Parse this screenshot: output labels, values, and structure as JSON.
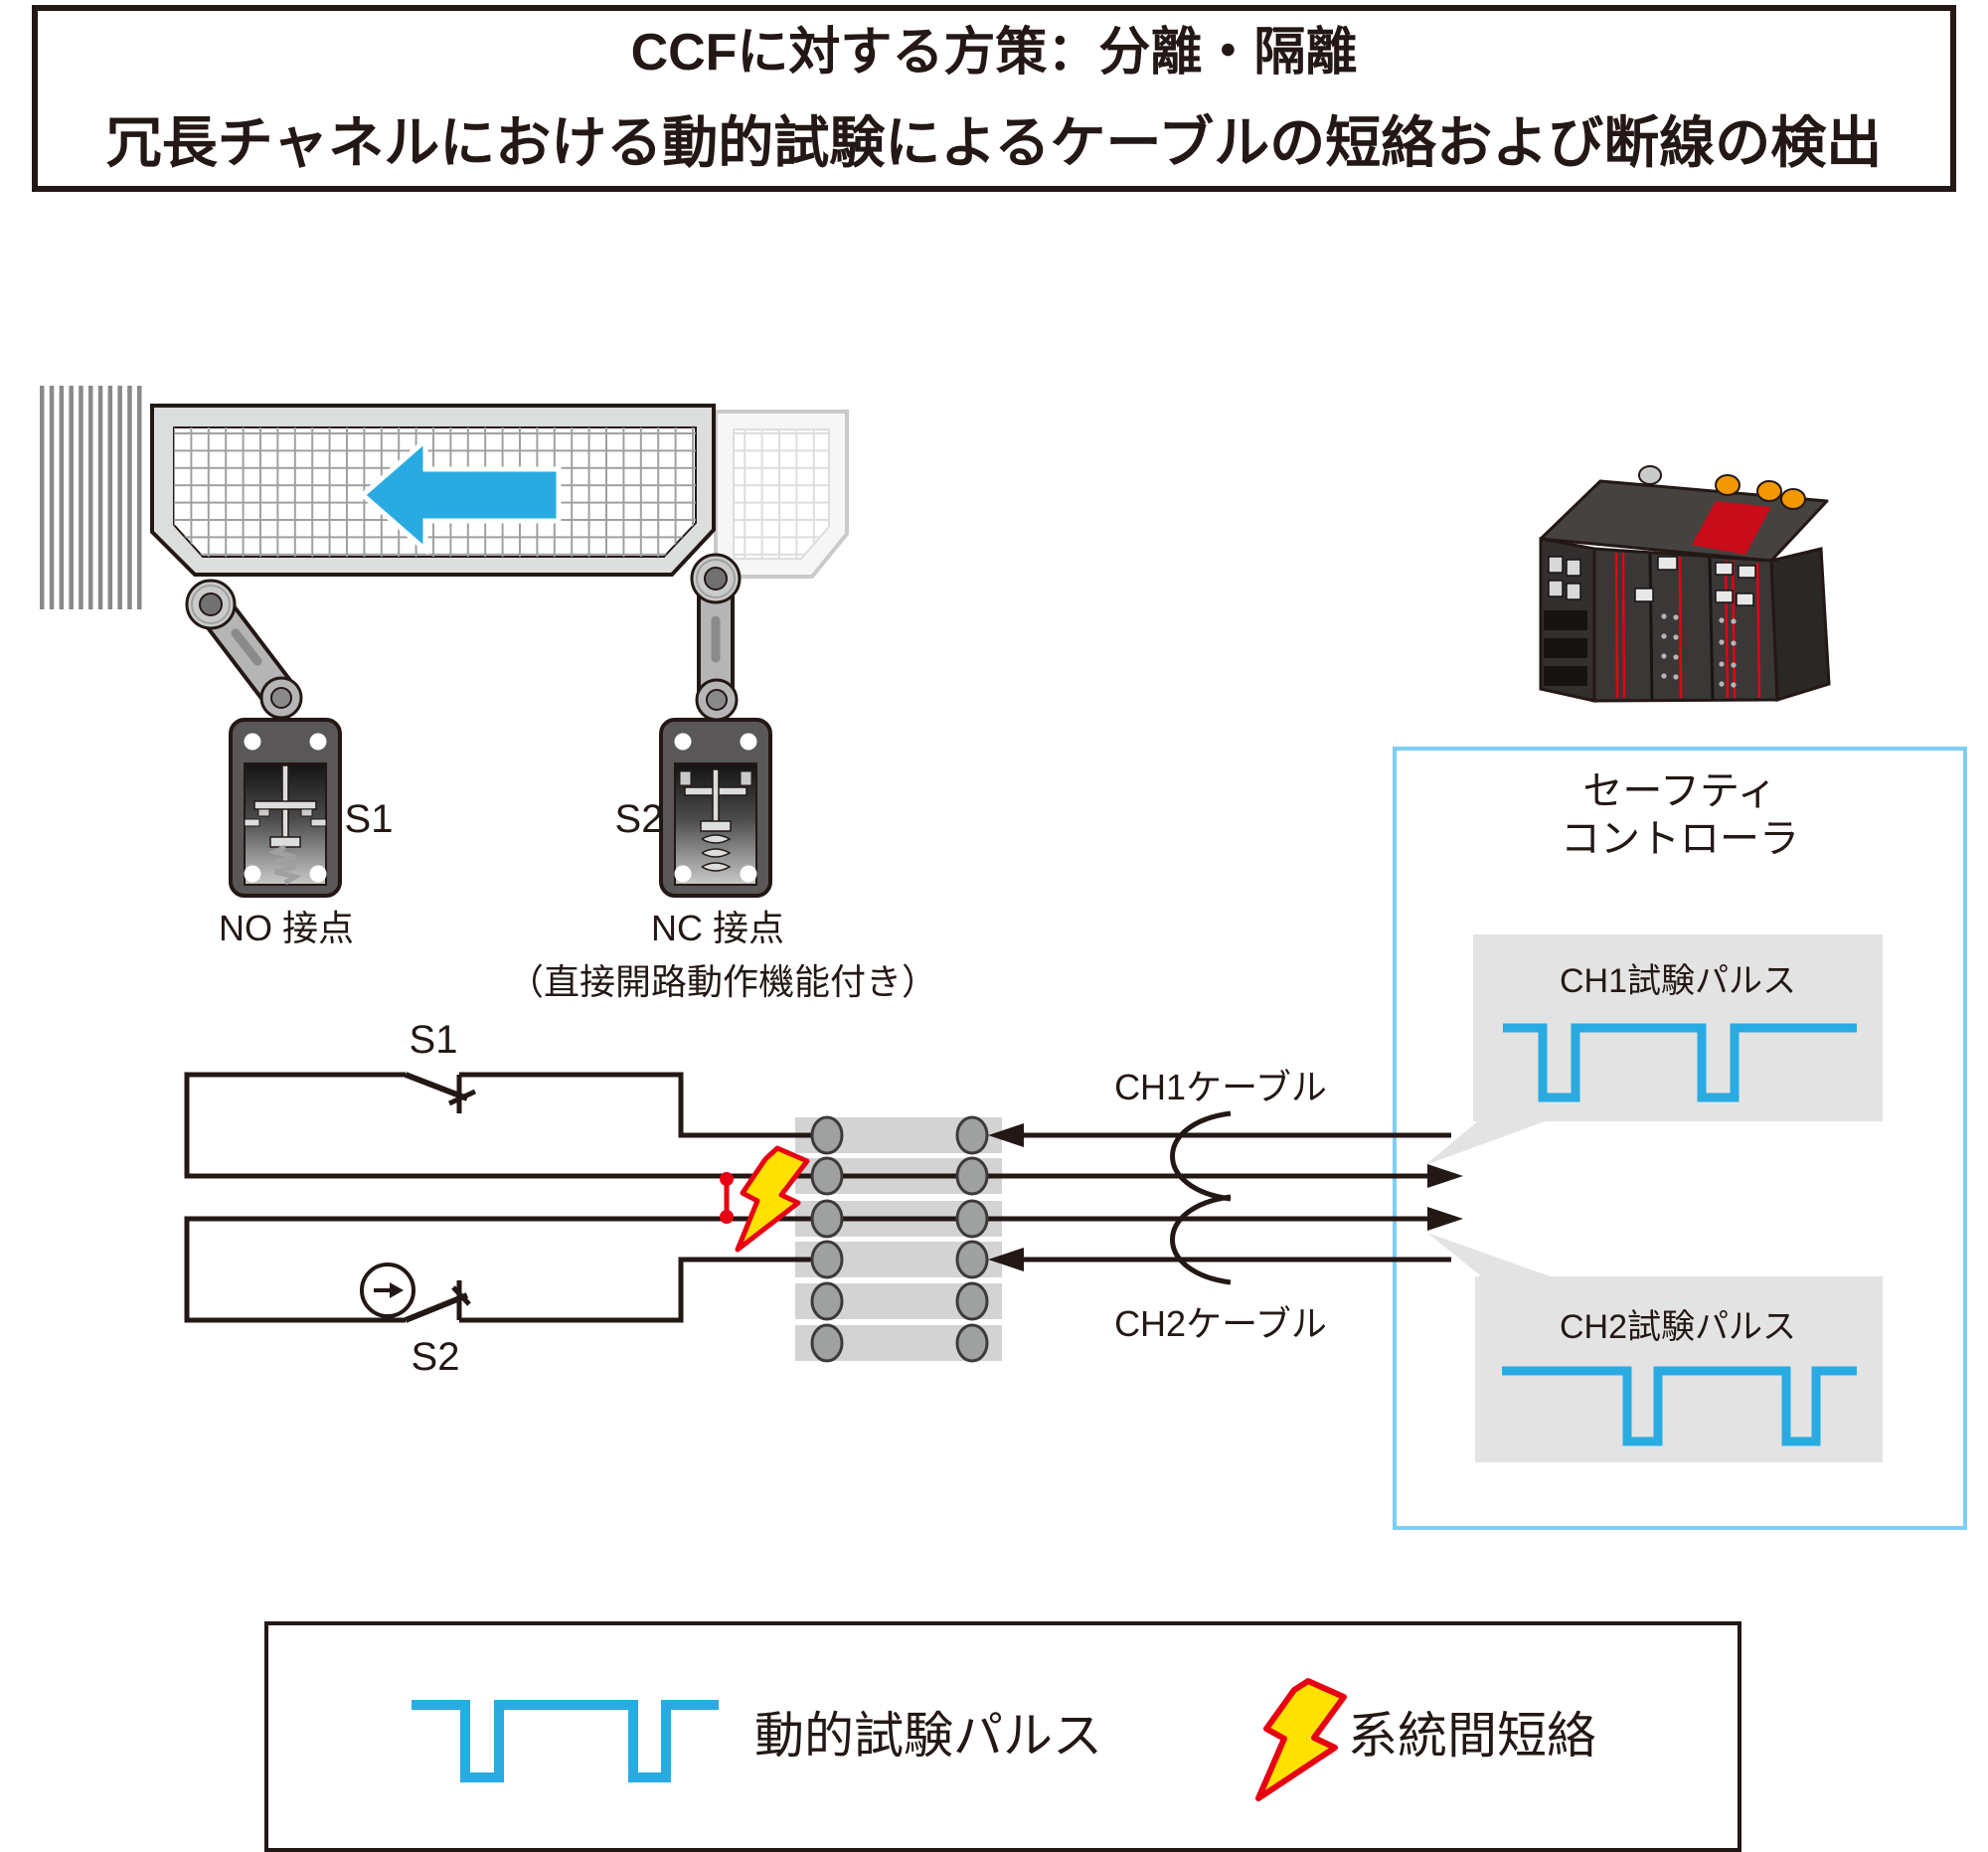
{
  "title": {
    "line1": "CCFに対する方策：分離・隔離",
    "line2": "冗長チャネルにおける動的試験によるケーブルの短絡および断線の検出"
  },
  "switches": {
    "s1": "S1",
    "s2": "S2",
    "s1_contact": "NO 接点",
    "s2_contact": "NC 接点",
    "s2_contact_note": "（直接開路動作機能付き）"
  },
  "circuit": {
    "s1": "S1",
    "s2": "S2",
    "ch1_cable": "CH1ケーブル",
    "ch2_cable": "CH2ケーブル"
  },
  "controller": {
    "title_line1": "セーフティ",
    "title_line2": "コントローラ",
    "ch1_pulse": "CH1試験パルス",
    "ch2_pulse": "CH2試験パルス"
  },
  "legend": {
    "pulse": "動的試験パルス",
    "short_circuit": "系統間短絡"
  },
  "colors": {
    "ink": "#231815",
    "blue": "#29abe2",
    "red": "#e60012",
    "yellow": "#ffe100",
    "controller_box_border": "#7ecef4",
    "bubble_gray": "#e3e3e3",
    "terminal_gray": "#d3d3d3",
    "terminal_contact": "#9fa0a0",
    "orange": "#f39800"
  }
}
